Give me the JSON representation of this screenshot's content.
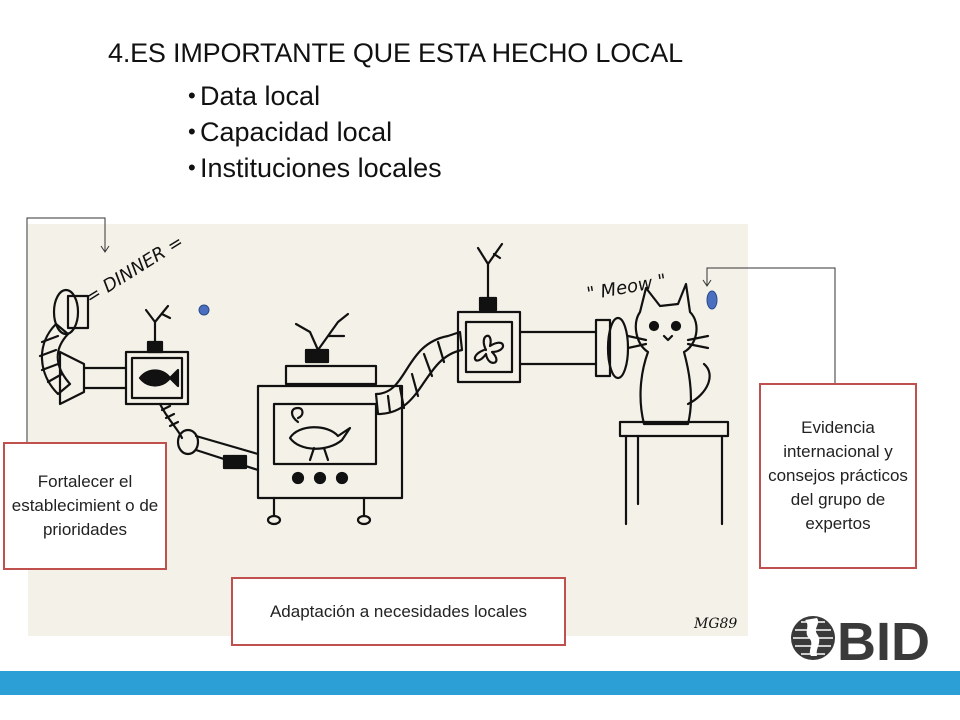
{
  "slide": {
    "title": "4.ES IMPORTANTE QUE ESTA HECHO LOCAL",
    "bullets": [
      "Data local",
      "Capacidad local",
      "Instituciones locales"
    ]
  },
  "cartoon": {
    "labels": {
      "dinner": "= DINNER =",
      "meow": "\" Meow \"",
      "signature": "MG89"
    }
  },
  "callouts": {
    "left": "Fortalecer el establecimient o de prioridades",
    "center": "Adaptación a necesidades locales",
    "right": "Evidencia internacional y consejos prácticos del grupo de expertos"
  },
  "logo": {
    "text": "BID"
  },
  "colors": {
    "accent_bar": "#2c9fd6",
    "callout_border": "#c0504d",
    "marker_blue": "#4a6fbf"
  }
}
